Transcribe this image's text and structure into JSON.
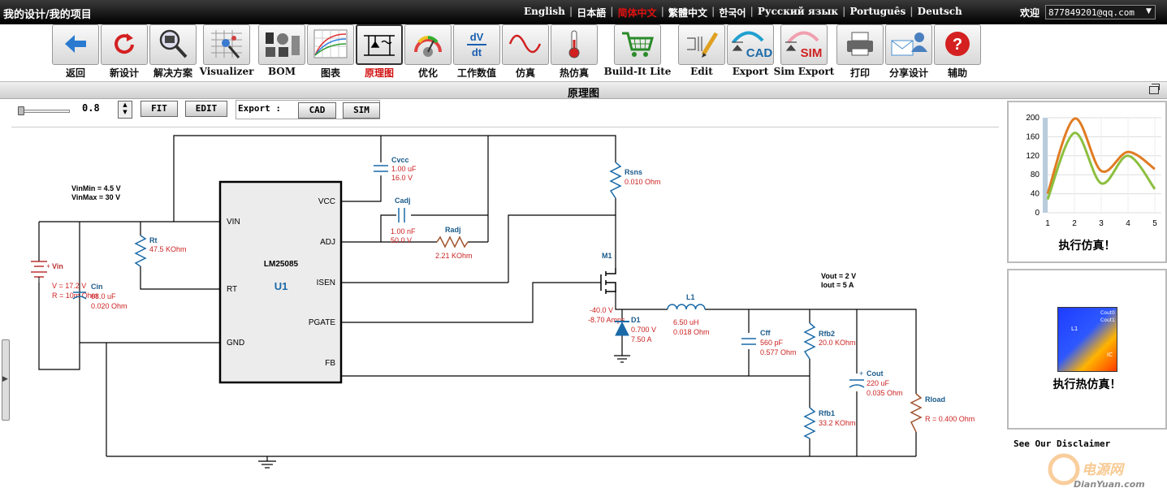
{
  "topbar": {
    "breadcrumb": "我的设计/我的项目",
    "languages": [
      "English",
      "日本語",
      "简体中文",
      "繁體中文",
      "한국어",
      "Русский язык",
      "Português",
      "Deutsch"
    ],
    "active_language": "简体中文",
    "welcome": "欢迎",
    "email": "877849201@qq.com"
  },
  "toolbar": {
    "buttons": [
      {
        "label": "返回",
        "icon": "back-arrow-icon"
      },
      {
        "label": "新设计",
        "icon": "refresh-icon"
      },
      {
        "label": "解决方案",
        "icon": "magnifier-ic-icon"
      },
      {
        "label": "Visualizer",
        "icon": "visualizer-icon"
      },
      {
        "label": "BOM",
        "icon": "components-icon"
      },
      {
        "label": "图表",
        "icon": "graph-icon"
      },
      {
        "label": "原理图",
        "icon": "schematic-icon"
      },
      {
        "label": "优化",
        "icon": "dial-icon"
      },
      {
        "label": "工作数值",
        "icon": "dvdt-icon"
      },
      {
        "label": "仿真",
        "icon": "sine-wave-icon"
      },
      {
        "label": "热仿真",
        "icon": "thermometer-icon"
      },
      {
        "label": "Build-It Lite",
        "icon": "cart-icon"
      },
      {
        "label": "Edit",
        "icon": "edit-pencil-icon"
      },
      {
        "label": "Export",
        "icon": "cad-export-icon"
      },
      {
        "label": "Sim Export",
        "icon": "sim-export-icon"
      },
      {
        "label": "打印",
        "icon": "printer-icon"
      },
      {
        "label": "分享设计",
        "icon": "share-mail-icon"
      },
      {
        "label": "辅助",
        "icon": "help-icon"
      }
    ],
    "active": "原理图",
    "dvdt_text_top": "dV",
    "dvdt_text_bottom": "dt",
    "cad_text": "CAD",
    "sim_text": "SIM"
  },
  "section": {
    "title": "原理图"
  },
  "controls": {
    "zoom": "0.8",
    "fit": "FIT",
    "edit": "EDIT",
    "export_label": "Export :",
    "cad": "CAD",
    "sim": "SIM"
  },
  "schematic": {
    "vin_range": [
      "VinMin = 4.5 V",
      "VinMax = 30 V"
    ],
    "vout_info": [
      "Vout = 2 V",
      "Iout = 5 A"
    ],
    "ic": {
      "part": "LM25085",
      "ref": "U1",
      "pins": [
        "VIN",
        "RT",
        "GND",
        "VCC",
        "ADJ",
        "ISEN",
        "PGATE",
        "FB"
      ]
    },
    "vin": {
      "name": "Vin",
      "value": "V = 17.2 V",
      "r": "R = 10m Ohm"
    },
    "cin": {
      "name": "Cin",
      "value": "68.0 uF",
      "esr": "0.020 Ohm"
    },
    "rt": {
      "name": "Rt",
      "value": "47.5 KOhm"
    },
    "cvcc": {
      "name": "Cvcc",
      "value": "1.00 uF",
      "v": "16.0 V"
    },
    "cadj": {
      "name": "Cadj",
      "value": "1.00 nF",
      "v": "50.0 V"
    },
    "radj": {
      "name": "Radj",
      "value": "2.21 KOhm"
    },
    "rsns": {
      "name": "Rsns",
      "value": "0.010 Ohm"
    },
    "m1": {
      "name": "M1",
      "v": "-40.0 V",
      "i": "-8.70 Amps"
    },
    "d1": {
      "name": "D1",
      "v": "0.700 V",
      "i": "7.50 A"
    },
    "l1": {
      "name": "L1",
      "value": "6.50 uH",
      "r": "0.018 Ohm"
    },
    "cff": {
      "name": "Cff",
      "value": "560 pF",
      "r": "0.577 Ohm"
    },
    "rfb2": {
      "name": "Rfb2",
      "value": "20.0 KOhm"
    },
    "rfb1": {
      "name": "Rfb1",
      "value": "33.2 KOhm"
    },
    "cout": {
      "name": "Cout",
      "value": "220 uF",
      "r": "0.035 Ohm"
    },
    "rload": {
      "name": "Rload",
      "value": "R = 0.400 Ohm"
    },
    "plus_sign": "+"
  },
  "sim_panel": {
    "label": "执行仿真！",
    "chart_data": {
      "type": "line",
      "x": [
        1,
        2,
        3,
        4,
        5
      ],
      "xticks": [
        "1",
        "2",
        "3",
        "4",
        "5"
      ],
      "yticks": [
        "0",
        "40",
        "80",
        "120",
        "160",
        "200"
      ],
      "ylim": [
        0,
        200
      ],
      "series": [
        {
          "color": "#e07b22",
          "values": [
            40,
            198,
            88,
            128,
            92
          ]
        },
        {
          "color": "#8cbf3f",
          "values": [
            28,
            168,
            62,
            120,
            50
          ]
        }
      ]
    }
  },
  "thermal_panel": {
    "label": "执行热仿真！",
    "thumb_l1": "L1",
    "thumb_ic": "IC",
    "thumb_cout": "Cout0",
    "thumb_cout2": "Cout1"
  },
  "disclaimer": "See Our Disclaimer",
  "watermark": {
    "brand": "电源网",
    "url": "DianYuan.com"
  }
}
